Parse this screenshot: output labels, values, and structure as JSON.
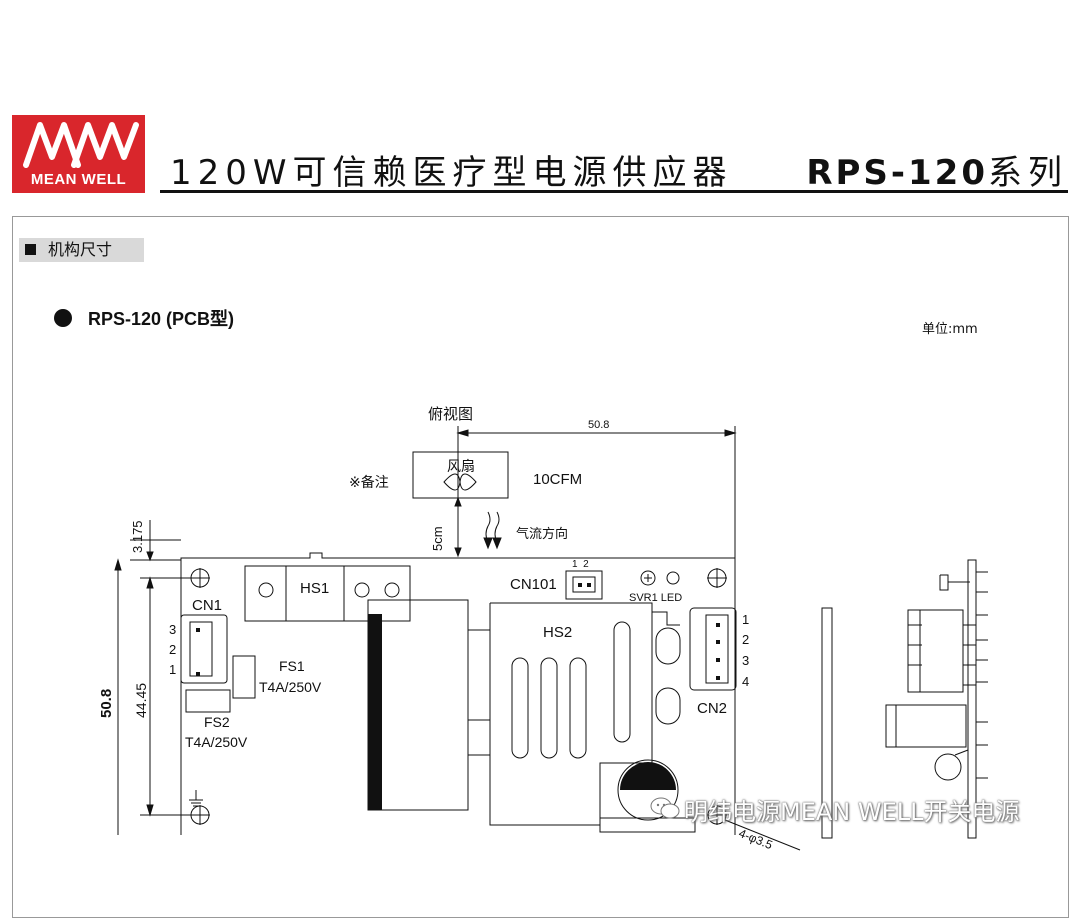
{
  "header": {
    "logo_mark": "MW",
    "logo_text": "MEAN WELL",
    "title": "120W可信赖医疗型电源供应器",
    "series_model": "RPS-120",
    "series_suffix": "系列"
  },
  "section": {
    "label": "机构尺寸"
  },
  "model_label": "RPS-120 (PCB型)",
  "unit_label": "单位:mm",
  "drawing": {
    "top_view_label": "俯视图",
    "dim_50_8_top": "50.8",
    "note_label": "※备注",
    "fan_label": "风扇",
    "fan_cfm": "10CFM",
    "airflow_label": "气流方向",
    "dim_5cm": "5cm",
    "dim_3_175": "3.175",
    "dim_50_8_left": "50.8",
    "dim_44_45": "44.45",
    "hs1": "HS1",
    "hs2": "HS2",
    "cn101": "CN101",
    "cn101_pins": "1  2",
    "svr1_led": "SVR1 LED",
    "cn1": "CN1",
    "cn1_pins": [
      "3",
      "2",
      "1"
    ],
    "fs1": "FS1",
    "fs1_rating": "T4A/250V",
    "fs2": "FS2",
    "fs2_rating": "T4A/250V",
    "cn2": "CN2",
    "cn2_pins": [
      "1",
      "2",
      "3",
      "4"
    ],
    "hole_note": "4-φ3.5"
  },
  "watermark": "明纬电源MEAN WELL开关电源",
  "colors": {
    "brand_red": "#d9262c",
    "section_gray": "#d9d9d9"
  }
}
